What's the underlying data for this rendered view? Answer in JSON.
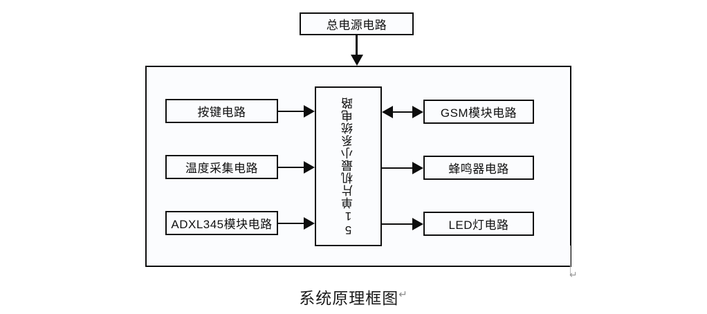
{
  "diagram": {
    "caption": "系统原理框图",
    "caption_mark": "↵",
    "power": {
      "label": "总电源电路"
    },
    "mcu": {
      "label": "51单片机最小系统电路"
    },
    "inputs": [
      {
        "label": "按键电路"
      },
      {
        "label": "温度采集电路"
      },
      {
        "label": "ADXL345模块电路"
      }
    ],
    "outputs": [
      {
        "label": "GSM模块电路"
      },
      {
        "label": "蜂鸣器电路"
      },
      {
        "label": "LED灯电路"
      }
    ],
    "connections": [
      {
        "from": "总电源电路",
        "to": "系统容器",
        "type": "arrow-down"
      },
      {
        "from": "按键电路",
        "to": "51单片机最小系统电路",
        "type": "arrow-right"
      },
      {
        "from": "温度采集电路",
        "to": "51单片机最小系统电路",
        "type": "arrow-right"
      },
      {
        "from": "ADXL345模块电路",
        "to": "51单片机最小系统电路",
        "type": "arrow-right"
      },
      {
        "from": "51单片机最小系统电路",
        "to": "GSM模块电路",
        "type": "arrow-both"
      },
      {
        "from": "51单片机最小系统电路",
        "to": "蜂鸣器电路",
        "type": "arrow-right"
      },
      {
        "from": "51单片机最小系统电路",
        "to": "LED灯电路",
        "type": "arrow-right"
      }
    ],
    "edit_marks": [
      {
        "label": "↵"
      }
    ],
    "colors": {
      "stroke": "#0d0d0d",
      "fill": "#fbfcfe",
      "text": "#101010",
      "mark": "#9a9a9a"
    }
  }
}
